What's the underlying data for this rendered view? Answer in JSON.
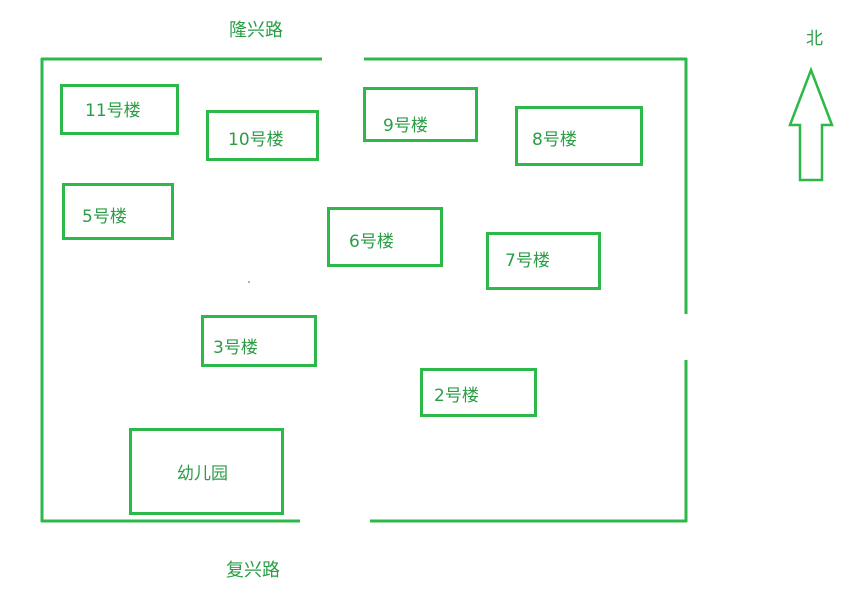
{
  "colors": {
    "accent": "#2db84a",
    "label_text": "#2a9d45",
    "background": "#ffffff"
  },
  "roads": {
    "north": "隆兴路",
    "south": "复兴路"
  },
  "compass": {
    "label": "北",
    "icon": "north-arrow-icon"
  },
  "buildings": {
    "b11": "11号楼",
    "b10": "10号楼",
    "b9": "9号楼",
    "b8": "8号楼",
    "b5": "5号楼",
    "b6": "6号楼",
    "b7": "7号楼",
    "b3": "3号楼",
    "b2": "2号楼",
    "kindergarten": "幼儿园"
  }
}
